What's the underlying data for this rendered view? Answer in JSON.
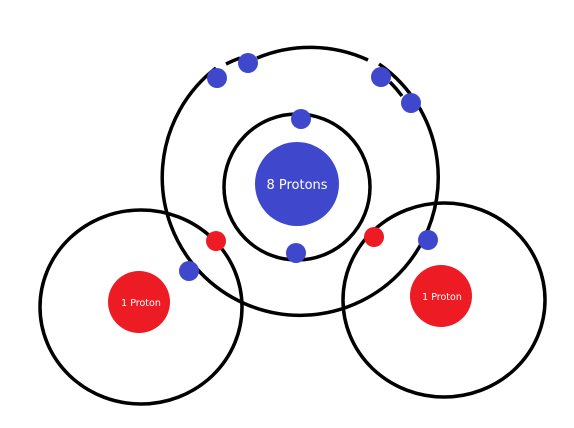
{
  "diagram": {
    "oxygen_nucleus_label": "8 Protons",
    "hydrogen_left_label": "1 Proton",
    "hydrogen_right_label": "1 Proton",
    "colors": {
      "background": "#ffffff",
      "orbit_stroke": "#000000",
      "oxygen": "#3f47cc",
      "hydrogen": "#ed1c24",
      "oxygen_electron": "#3f47cc",
      "hydrogen_electron": "#ed1c24"
    }
  }
}
